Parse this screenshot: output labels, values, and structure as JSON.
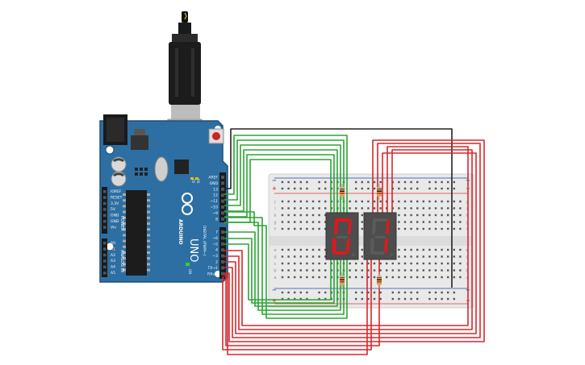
{
  "board": {
    "model": "UNO",
    "brand": "ARDUINO",
    "digital_label": "DIGITAL (PWM~)",
    "power_label": "POWER",
    "analog_label": "ANALOG IN",
    "tx_label": "TX",
    "rx_label": "RX",
    "on_label": "ON",
    "top_pins": [
      "AREF",
      "GND",
      "13",
      "12",
      "~11",
      "~10",
      "~9",
      "8"
    ],
    "mid_pins": [
      "7",
      "~6",
      "~5",
      "4",
      "~3",
      "2",
      "TX→1",
      "RX←0"
    ],
    "power_pins": [
      "IOREF",
      "RESET",
      "3.3V",
      "5V",
      "GND",
      "GND",
      "Vin"
    ],
    "analog_pins": [
      "A0",
      "A1",
      "A2",
      "A3",
      "A4",
      "A5"
    ]
  },
  "breadboard": {
    "row_letters_top": [
      "j",
      "i",
      "h",
      "g",
      "f"
    ],
    "row_letters_bottom": [
      "e",
      "d",
      "c",
      "b",
      "a"
    ],
    "plus_sign": "+",
    "minus_sign": "−",
    "columns": 30
  },
  "displays": [
    {
      "digit": "0"
    },
    {
      "digit": "1"
    }
  ],
  "colors": {
    "board": "#2d6fa3",
    "board_dark": "#1f4f78",
    "wire_green": "#2aa533",
    "wire_red": "#d8262a",
    "wire_black": "#222222",
    "segment_on": "#e01818",
    "segment_off": "#5a5a5a",
    "breadboard": "#e9e9e9",
    "rail_red": "#e53935",
    "rail_blue": "#1e4aa8"
  }
}
